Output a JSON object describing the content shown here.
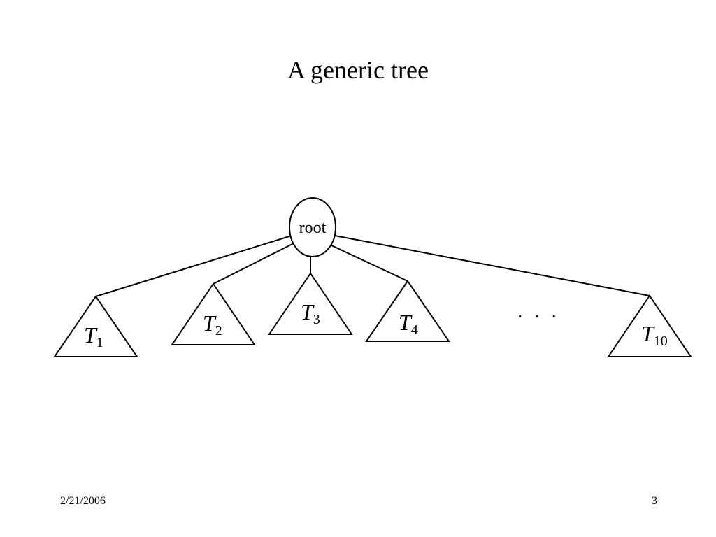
{
  "slide": {
    "title": "A generic tree",
    "footer_date": "2/21/2006",
    "page_number": "3"
  },
  "diagram": {
    "root_label": "root",
    "subtrees": [
      {
        "letter": "T",
        "subscript": "1"
      },
      {
        "letter": "T",
        "subscript": "2"
      },
      {
        "letter": "T",
        "subscript": "3"
      },
      {
        "letter": "T",
        "subscript": "4"
      },
      {
        "letter": "T",
        "subscript": "10"
      }
    ],
    "ellipsis": "· · ·"
  }
}
